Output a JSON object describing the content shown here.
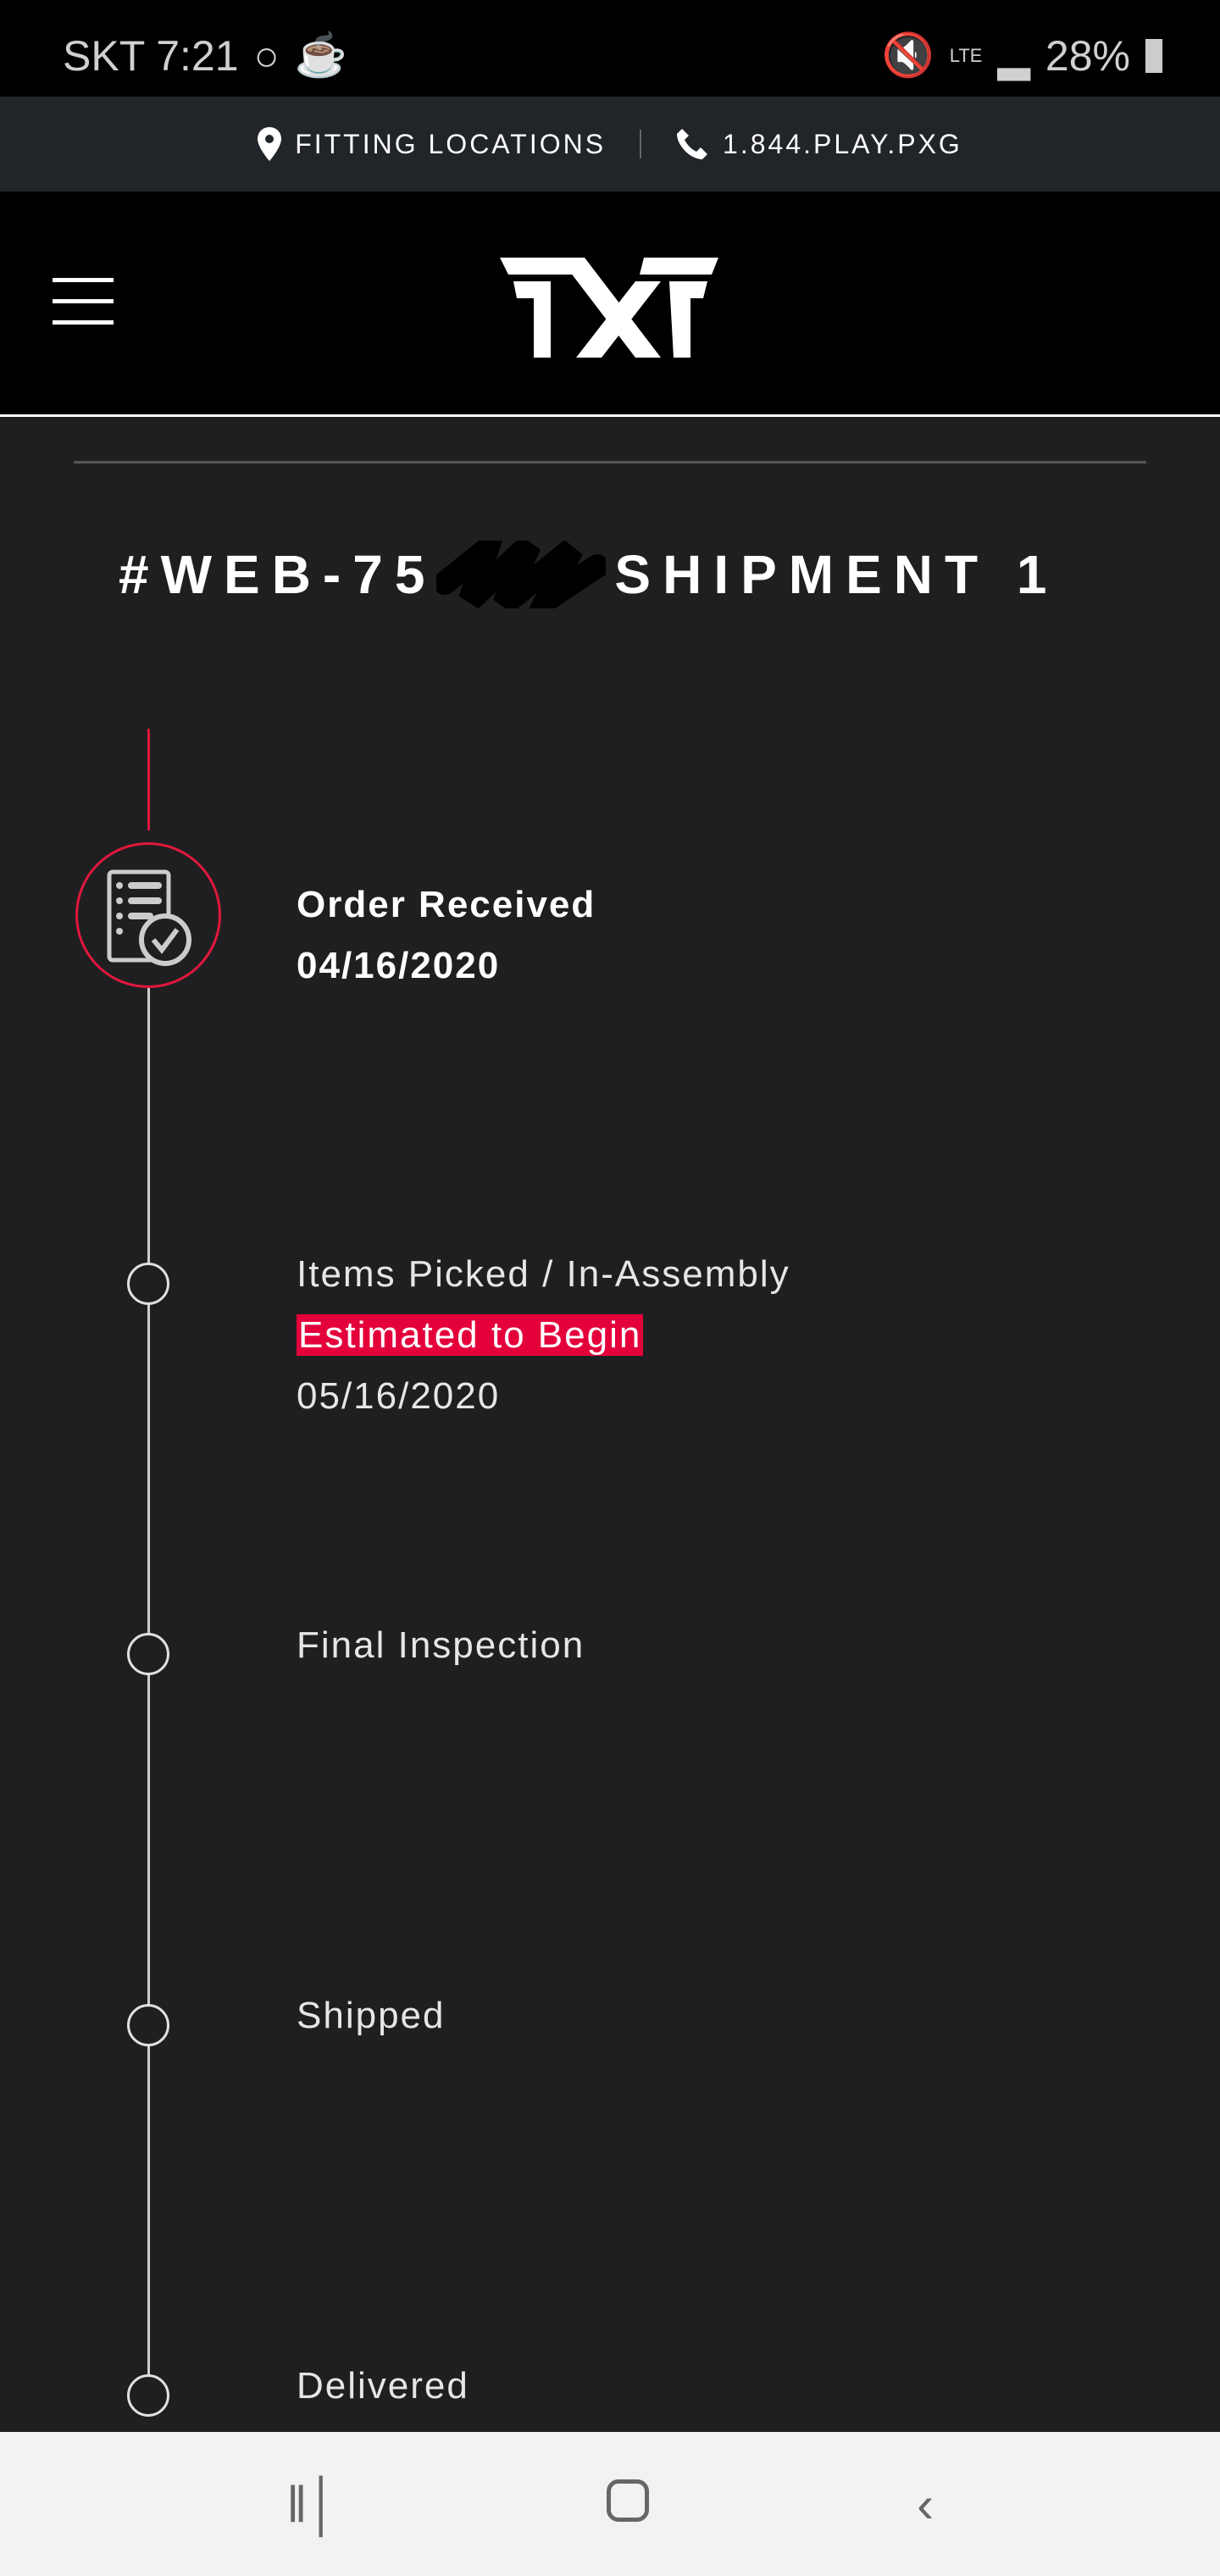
{
  "status_bar": {
    "carrier_time": "SKT 7:21",
    "battery": "28%",
    "network": "LTE"
  },
  "utility_bar": {
    "locations": "FITTING LOCATIONS",
    "phone": "1.844.PLAY.PXG"
  },
  "header": {
    "logo": "PXG"
  },
  "order": {
    "title_prefix": "#WEB-75",
    "title_suffix": "SHIPMENT 1"
  },
  "timeline": [
    {
      "label": "Order Received",
      "date": "04/16/2020"
    },
    {
      "label": "Items Picked / In-Assembly",
      "note": "Estimated to Begin",
      "date": "05/16/2020"
    },
    {
      "label": "Final Inspection"
    },
    {
      "label": "Shipped"
    },
    {
      "label": "Delivered"
    }
  ],
  "colors": {
    "accent": "#e4003b",
    "background": "#1f1f21"
  }
}
